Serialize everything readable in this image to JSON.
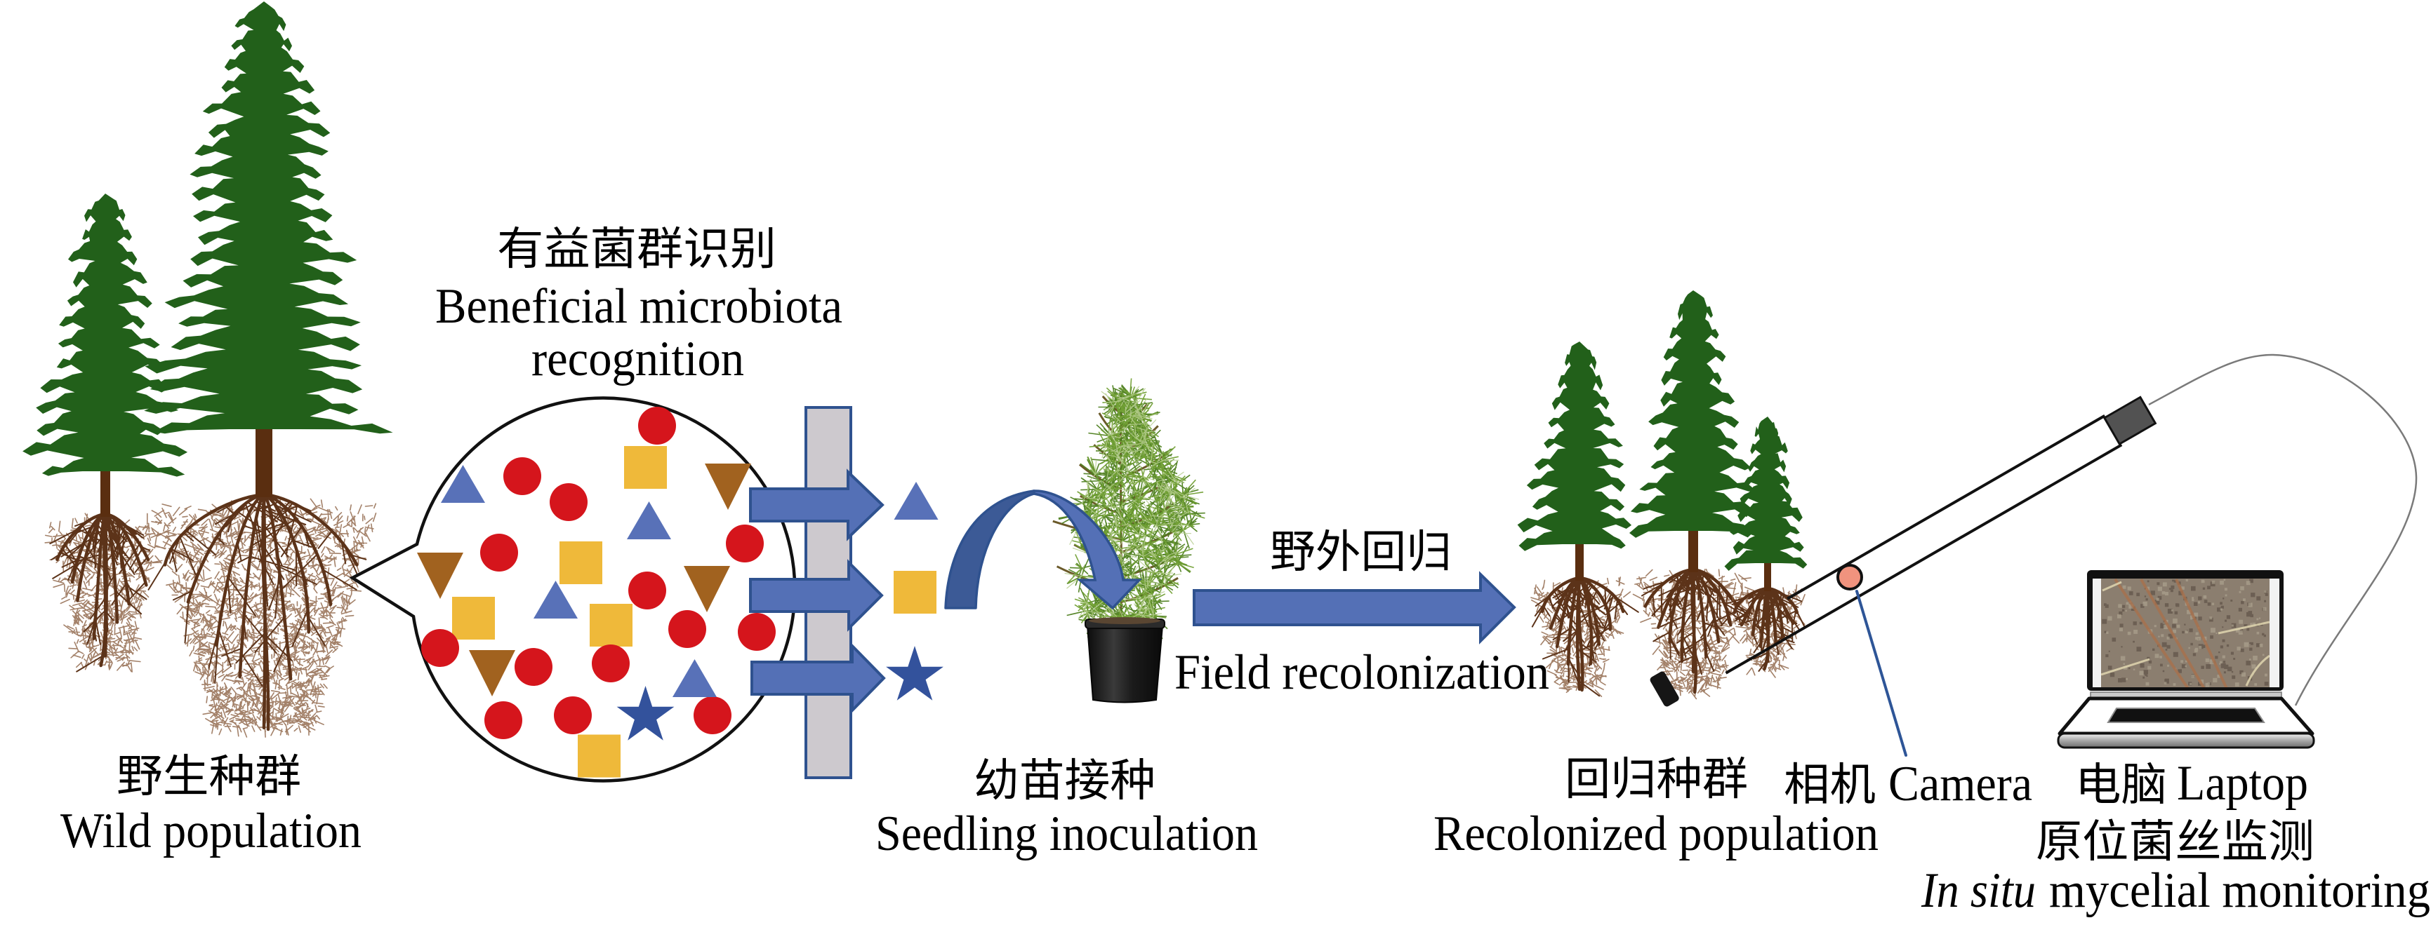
{
  "labels": {
    "microbiota_recognition": {
      "zh": "有益菌群识别",
      "en_line1": "Beneficial microbiota",
      "en_line2": "recognition"
    },
    "wild_population": {
      "zh": "野生种群",
      "en": "Wild population"
    },
    "seedling_inoculation": {
      "zh": "幼苗接种",
      "en": "Seedling inoculation"
    },
    "field_recolonization": {
      "zh": "野外回归",
      "en": "Field recolonization"
    },
    "recolonized_population": {
      "zh": "回归种群",
      "en": "Recolonized population"
    },
    "camera": {
      "zh": "相机",
      "en": "Camera"
    },
    "laptop": {
      "zh": "电脑",
      "en": "Laptop"
    },
    "mycelial_monitoring": {
      "zh": "原位菌丝监测",
      "en_italic": "In situ",
      "en_rest": "mycelial monitoring"
    }
  },
  "microbiota": {
    "bubble_counts": {
      "red_circle": 14,
      "yellow_square": 5,
      "blue_triangle": 4,
      "brown_triangle": 4,
      "blue_star": 1
    },
    "selected": [
      "blue_triangle",
      "yellow_square",
      "blue_star"
    ]
  },
  "icons": {
    "wild_trees": "conifer-tree-with-roots-icon",
    "bubble": "speech-bubble-icon",
    "seedling": "potted-pine-seedling-icon",
    "inoculation_arrow": "curved-down-arrow-icon",
    "recolonization_arrow": "right-arrow-icon",
    "camera": "camera-probe-tube-icon",
    "laptop": "laptop-icon"
  },
  "colors": {
    "red_circle": "#D5151C",
    "yellow_square": "#EFB93A",
    "blue_triangle": "#5871B8",
    "brown_triangle": "#A1621F",
    "blue_star": "#33529C",
    "arrow_fill": "#5470B6",
    "arrow_dark": "#3C5A96",
    "arrow_stroke": "#2F528F",
    "barrier_fill": "#CDC9CE",
    "tree_green": "#22601A",
    "trunk_brown": "#5A2E10",
    "root_brown": "#5C3319",
    "root_fine": "#8C6243",
    "needle_dark": "#4E7F1F",
    "needle_mid": "#72A035",
    "needle_light": "#B5CC8E",
    "seedling_stem": "#6B5A2A",
    "camera_dot": "#F0937E",
    "camera_pointer": "#2E5597",
    "cable": "#7A7A7A",
    "bubble_stroke": "#111111"
  }
}
